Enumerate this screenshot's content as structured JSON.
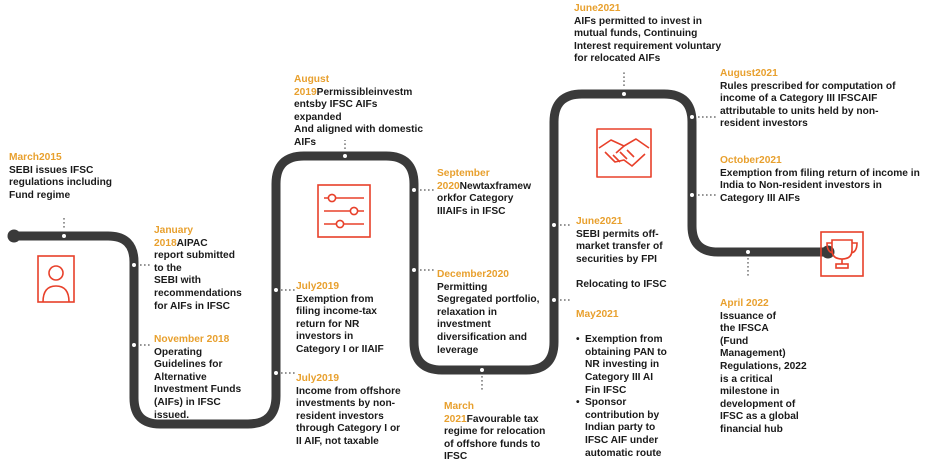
{
  "colors": {
    "track": "#3a3a3a",
    "icon": "#e8402a",
    "date": "#e8a02e",
    "text": "#1a1a1a"
  },
  "icons": [
    "person-icon",
    "sliders-icon",
    "handshake-icon",
    "trophy-icon"
  ],
  "events": {
    "e1": {
      "date": "March2015",
      "text": "SEBI issues IFSC\nregulations including\nFund regime"
    },
    "e2": {
      "date": "January\n2018",
      "text": "AIPAC\nreport submitted\nto the\nSEBI with\nrecommendations\nfor AIFs in IFSC"
    },
    "e3": {
      "date": "November 2018",
      "text": "Operating\nGuidelines for\nAlternative\nInvestment Funds\n(AIFs) in IFSC\nissued."
    },
    "e4": {
      "date": "August\n2019",
      "text": "Permissibleinvestm\nentsby IFSC AIFs\nexpanded\nAnd aligned with domestic\nAIFs"
    },
    "e5": {
      "date": "July2019",
      "text": "Exemption from\nfiling income-tax\nreturn for NR\ninvestors in\nCategory I or IIAIF"
    },
    "e6": {
      "date": "July2019",
      "text": "Income from offshore\ninvestments by non-\nresident investors\nthrough Category I or\nII AIF,  not taxable"
    },
    "e7": {
      "date": "September\n2020",
      "text": "Newtaxframew\norkfor Category\nIIIAIFs in IFSC"
    },
    "e8": {
      "date": "December2020",
      "text": "Permitting\nSegregated portfolio,\nrelaxation in\ninvestment\ndiversification and\nleverage"
    },
    "e9": {
      "date": "March\n2021",
      "text": "Favourable tax\nregime for relocation\nof offshore funds to\nIFSC"
    },
    "e10": {
      "date": "June2021",
      "text": "SEBI permits off-\nmarket transfer of\nsecurities by FPI\n\nRelocating to IFSC"
    },
    "e11": {
      "date": "May2021",
      "bullets": [
        "Exemption from\nobtaining PAN to\nNR investing in\nCategory III AI\nFin IFSC",
        "Sponsor\ncontribution by\nIndian party to\nIFSC AIF under\nautomatic route"
      ]
    },
    "e12": {
      "date": "June2021",
      "text": "AIFs permitted to invest in\nmutual funds, Continuing\nInterest requirement voluntary\nfor relocated AIFs"
    },
    "e13": {
      "date": "August2021",
      "text": "Rules prescribed for computation of\nincome of a Category III IFSCAIF\nattributable to units held by non-\nresident investors"
    },
    "e14": {
      "date": "October2021",
      "text": "Exemption from filing return of income in\nIndia to Non-resident investors in\nCategory III AIFs"
    },
    "e15": {
      "date": "April 2022",
      "text": "Issuance of\nthe IFSCA\n(Fund\nManagement)\nRegulations, 2022\nis a critical\nmilestone in\ndevelopment of\nIFSC as a global\nfinancial hub"
    }
  }
}
